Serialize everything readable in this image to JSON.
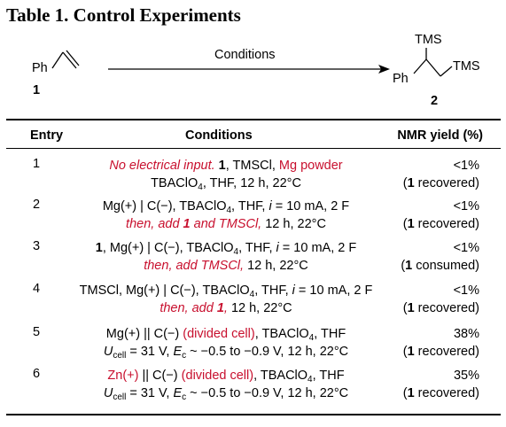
{
  "title": "Table 1. Control Experiments",
  "scheme": {
    "reactant_label": "Ph",
    "reactant_number": "1",
    "arrow_label": "Conditions",
    "product_tms_top": "TMS",
    "product_tms_right": "TMS",
    "product_ph": "Ph",
    "product_number": "2"
  },
  "header": {
    "entry": "Entry",
    "conditions": "Conditions",
    "yield": "NMR yield (%)"
  },
  "rows": [
    {
      "entry": "1",
      "yield": "<1%",
      "yield_note_bold": "1",
      "yield_note_text": " recovered)"
    },
    {
      "entry": "2",
      "yield": "<1%",
      "yield_note_bold": "1",
      "yield_note_text": " recovered)"
    },
    {
      "entry": "3",
      "yield": "<1%",
      "yield_note_bold": "1",
      "yield_note_text": " consumed)"
    },
    {
      "entry": "4",
      "yield": "<1%",
      "yield_note_bold": "1",
      "yield_note_text": " recovered)"
    },
    {
      "entry": "5",
      "yield": "38%",
      "yield_note_bold": "1",
      "yield_note_text": " recovered)"
    },
    {
      "entry": "6",
      "yield": "35%",
      "yield_note_bold": "1",
      "yield_note_text": " recovered)"
    }
  ],
  "cond": {
    "r1_l1_red": "No electrical input.",
    "r1_l1_b": "1",
    "r1_l1_mid": ", TMSCl, ",
    "r1_l1_red2": "Mg powder",
    "r1_l2_a": "TBAClO",
    "r1_l2_sub": "4",
    "r1_l2_b": ", THF, 12 h, 22°C",
    "r2_l1_a": "Mg(+) | C(−), TBAClO",
    "r2_l1_sub": "4",
    "r2_l1_b": ", THF, ",
    "r2_l1_i": "i",
    "r2_l1_c": " = 10 mA, 2 F",
    "r2_l2_red1": "then, add ",
    "r2_l2_redb": "1",
    "r2_l2_red2": " and TMSCl,",
    "r2_l2_b": " 12 h, 22°C",
    "r3_l1_b": "1",
    "r3_l1_a": ", Mg(+) | C(−), TBAClO",
    "r3_l1_sub": "4",
    "r3_l1_c": ", THF, ",
    "r3_l1_i": "i",
    "r3_l1_d": " = 10 mA, 2 F",
    "r3_l2_red": "then, add TMSCl,",
    "r3_l2_b": " 12 h, 22°C",
    "r4_l1_a": "TMSCl, Mg(+) | C(−), TBAClO",
    "r4_l1_sub": "4",
    "r4_l1_b": ", THF, ",
    "r4_l1_i": "i",
    "r4_l1_c": " = 10 mA, 2 F",
    "r4_l2_red1": "then, add ",
    "r4_l2_redb": "1",
    "r4_l2_red2": ",",
    "r4_l2_b": " 12 h, 22°C",
    "r5_l1_a": "Mg(+) || C(−) ",
    "r5_l1_red": "(divided cell)",
    "r5_l1_b": ", TBAClO",
    "r5_l1_sub": "4",
    "r5_l1_c": ", THF",
    "r5_l2_u": "U",
    "r5_l2_usub": "cell",
    "r5_l2_a": " = 31 V, ",
    "r5_l2_e": "E",
    "r5_l2_esub": "c",
    "r5_l2_b": " ~ −0.5 to −0.9 V, 12 h, 22°C",
    "r6_l1_red1": "Zn(+)",
    "r6_l1_a": " || C(−) ",
    "r6_l1_red2": "(divided cell)",
    "r6_l1_b": ", TBAClO",
    "r6_l1_sub": "4",
    "r6_l1_c": ", THF",
    "r6_l2_u": "U",
    "r6_l2_usub": "cell",
    "r6_l2_a": " = 31 V, ",
    "r6_l2_e": "E",
    "r6_l2_esub": "c",
    "r6_l2_b": " ~ −0.5 to −0.9 V, 12 h, 22°C"
  }
}
